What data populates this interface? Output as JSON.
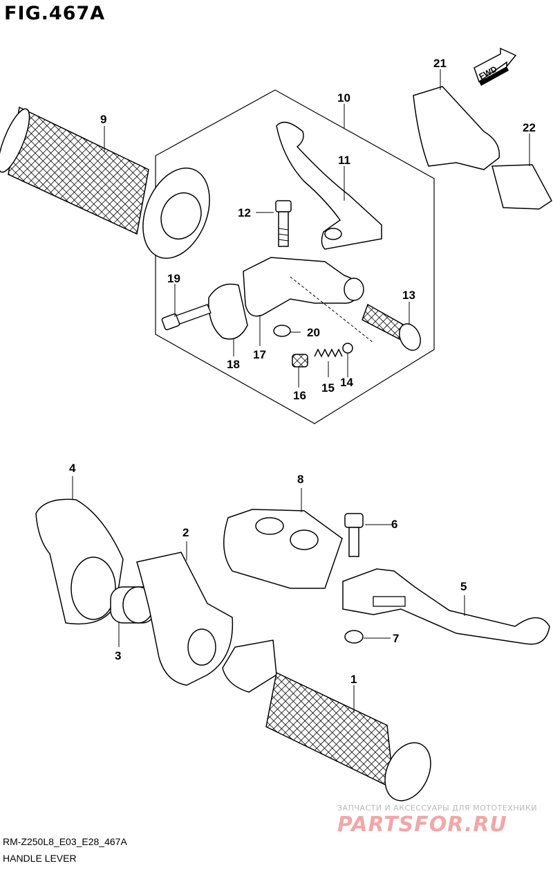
{
  "figure": {
    "title": "FIG.467A",
    "footer_code": "RM-Z250L8_E03_E28_467A",
    "footer_title": "HANDLE LEVER"
  },
  "direction_marker": {
    "label": "FWD"
  },
  "callouts": {
    "c1": "1",
    "c2": "2",
    "c3": "3",
    "c4": "4",
    "c5": "5",
    "c6": "6",
    "c7": "7",
    "c8": "8",
    "c9": "9",
    "c10": "10",
    "c11": "11",
    "c12": "12",
    "c13": "13",
    "c14": "14",
    "c15": "15",
    "c16": "16",
    "c17": "17",
    "c18": "18",
    "c19": "19",
    "c20": "20",
    "c21": "21",
    "c22": "22"
  },
  "watermark": {
    "tagline": "ЗАПЧАСТИ И АКСЕССУАРЫ ДЛЯ МОТОТЕХНИКИ",
    "logo": "PARTSFOR.RU"
  }
}
